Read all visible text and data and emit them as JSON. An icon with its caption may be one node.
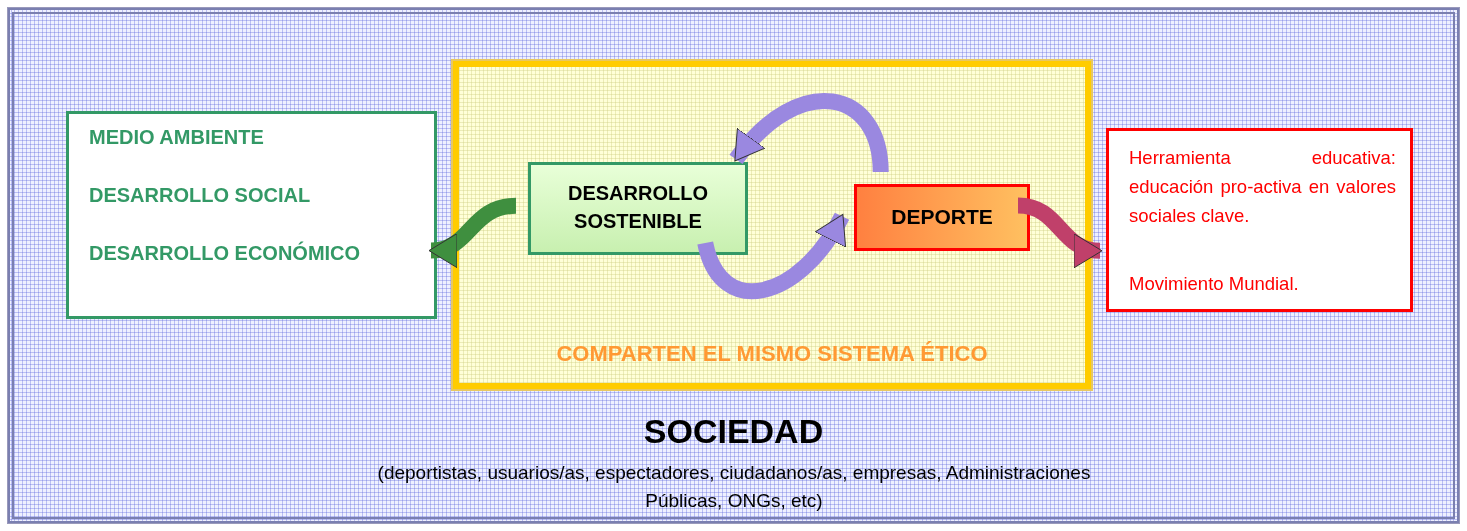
{
  "diagram": {
    "nodes": [
      {
        "text": [
          "SOCIEDAD",
          "(deportistas, usuarios/as, espectadores, ciudadanos/as, empresas, Administraciones Públicas, ONGs, etc)"
        ]
      },
      {
        "text": [
          "MEDIO AMBIENTE",
          "DESARROLLO SOCIAL",
          "DESARROLLO ECONÓMICO"
        ],
        "in": 0
      },
      {
        "text": [
          "COMPARTEN EL MISMO SISTEMA ÉTICO"
        ],
        "in": 0
      },
      {
        "text": [
          "DESARROLLO SOSTENIBLE"
        ],
        "in": 2
      },
      {
        "text": [
          "DEPORTE"
        ],
        "in": 2
      },
      {
        "text": [
          "Herramienta educativa: educación pro-activa en valores sociales clave.",
          "Movimiento Mundial."
        ],
        "in": 0
      }
    ],
    "edges": [
      {
        "from": 3,
        "to": 1,
        "arrow": "to",
        "color": "#3f8f3f"
      },
      {
        "from": 4,
        "to": 3,
        "arrow": "to"
      },
      {
        "from": 3,
        "to": 4,
        "arrow": "to"
      },
      {
        "from": 4,
        "to": 5,
        "arrow": "to",
        "color": "#c0406a"
      }
    ]
  }
}
